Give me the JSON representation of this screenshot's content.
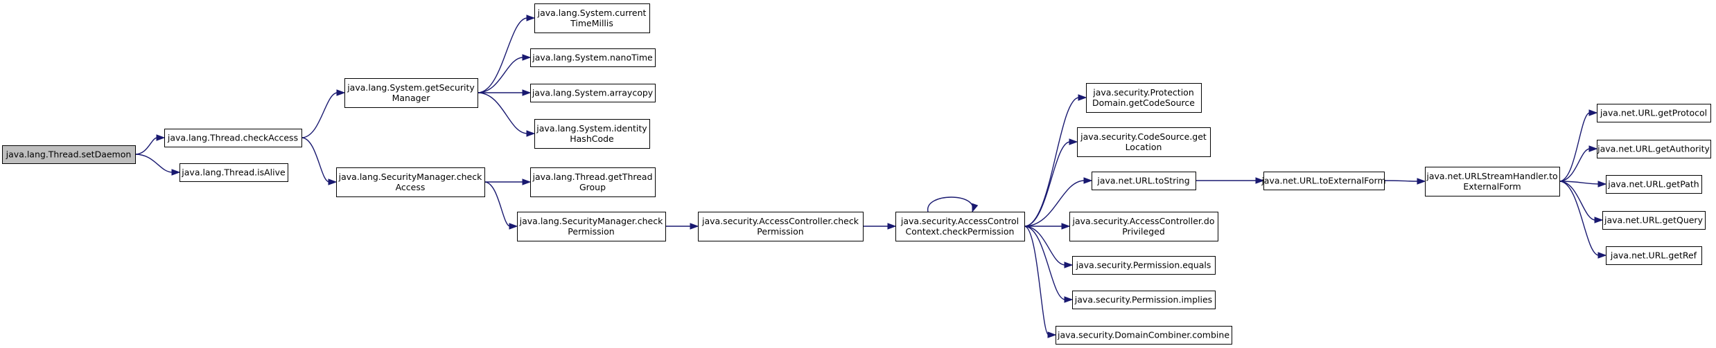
{
  "graph": {
    "nodes": [
      {
        "id": "setDaemon",
        "lines": [
          "java.lang.Thread.setDaemon"
        ],
        "root": true
      },
      {
        "id": "checkAccess",
        "lines": [
          "java.lang.Thread.checkAccess"
        ]
      },
      {
        "id": "isAlive",
        "lines": [
          "java.lang.Thread.isAlive"
        ]
      },
      {
        "id": "getSecurityManager",
        "lines": [
          "java.lang.System.getSecurity",
          "Manager"
        ]
      },
      {
        "id": "smCheckAccess",
        "lines": [
          "java.lang.SecurityManager.check",
          "Access"
        ]
      },
      {
        "id": "currentTimeMillis",
        "lines": [
          "java.lang.System.current",
          "TimeMillis"
        ]
      },
      {
        "id": "nanoTime",
        "lines": [
          "java.lang.System.nanoTime"
        ]
      },
      {
        "id": "arraycopy",
        "lines": [
          "java.lang.System.arraycopy"
        ]
      },
      {
        "id": "identityHashCode",
        "lines": [
          "java.lang.System.identity",
          "HashCode"
        ]
      },
      {
        "id": "getThreadGroup",
        "lines": [
          "java.lang.Thread.getThread",
          "Group"
        ]
      },
      {
        "id": "smCheckPermission",
        "lines": [
          "java.lang.SecurityManager.check",
          "Permission"
        ]
      },
      {
        "id": "acCheckPermission",
        "lines": [
          "java.security.AccessController.check",
          "Permission"
        ]
      },
      {
        "id": "accCheckPermission",
        "lines": [
          "java.security.AccessControl",
          "Context.checkPermission"
        ]
      },
      {
        "id": "getCodeSource",
        "lines": [
          "java.security.Protection",
          "Domain.getCodeSource"
        ]
      },
      {
        "id": "getLocation",
        "lines": [
          "java.security.CodeSource.get",
          "Location"
        ]
      },
      {
        "id": "urlToString",
        "lines": [
          "java.net.URL.toString"
        ]
      },
      {
        "id": "doPrivileged",
        "lines": [
          "java.security.AccessController.do",
          "Privileged"
        ]
      },
      {
        "id": "permEquals",
        "lines": [
          "java.security.Permission.equals"
        ]
      },
      {
        "id": "permImplies",
        "lines": [
          "java.security.Permission.implies"
        ]
      },
      {
        "id": "dcCombine",
        "lines": [
          "java.security.DomainCombiner.combine"
        ]
      },
      {
        "id": "toExternalForm",
        "lines": [
          "java.net.URL.toExternalForm"
        ]
      },
      {
        "id": "ushToExternalForm",
        "lines": [
          "java.net.URLStreamHandler.to",
          "ExternalForm"
        ]
      },
      {
        "id": "getProtocol",
        "lines": [
          "java.net.URL.getProtocol"
        ]
      },
      {
        "id": "getAuthority",
        "lines": [
          "java.net.URL.getAuthority"
        ]
      },
      {
        "id": "getPath",
        "lines": [
          "java.net.URL.getPath"
        ]
      },
      {
        "id": "getQuery",
        "lines": [
          "java.net.URL.getQuery"
        ]
      },
      {
        "id": "getRef",
        "lines": [
          "java.net.URL.getRef"
        ]
      }
    ],
    "edges": [
      {
        "from": "setDaemon",
        "to": "checkAccess"
      },
      {
        "from": "setDaemon",
        "to": "isAlive"
      },
      {
        "from": "checkAccess",
        "to": "getSecurityManager"
      },
      {
        "from": "checkAccess",
        "to": "smCheckAccess"
      },
      {
        "from": "getSecurityManager",
        "to": "currentTimeMillis"
      },
      {
        "from": "getSecurityManager",
        "to": "nanoTime"
      },
      {
        "from": "getSecurityManager",
        "to": "arraycopy"
      },
      {
        "from": "getSecurityManager",
        "to": "identityHashCode"
      },
      {
        "from": "smCheckAccess",
        "to": "getThreadGroup"
      },
      {
        "from": "smCheckAccess",
        "to": "smCheckPermission"
      },
      {
        "from": "smCheckPermission",
        "to": "acCheckPermission"
      },
      {
        "from": "acCheckPermission",
        "to": "accCheckPermission"
      },
      {
        "from": "accCheckPermission",
        "to": "accCheckPermission"
      },
      {
        "from": "accCheckPermission",
        "to": "getCodeSource"
      },
      {
        "from": "accCheckPermission",
        "to": "getLocation"
      },
      {
        "from": "accCheckPermission",
        "to": "urlToString"
      },
      {
        "from": "accCheckPermission",
        "to": "doPrivileged"
      },
      {
        "from": "accCheckPermission",
        "to": "permEquals"
      },
      {
        "from": "accCheckPermission",
        "to": "permImplies"
      },
      {
        "from": "accCheckPermission",
        "to": "dcCombine"
      },
      {
        "from": "urlToString",
        "to": "toExternalForm"
      },
      {
        "from": "toExternalForm",
        "to": "ushToExternalForm"
      },
      {
        "from": "ushToExternalForm",
        "to": "getProtocol"
      },
      {
        "from": "ushToExternalForm",
        "to": "getAuthority"
      },
      {
        "from": "ushToExternalForm",
        "to": "getPath"
      },
      {
        "from": "ushToExternalForm",
        "to": "getQuery"
      },
      {
        "from": "ushToExternalForm",
        "to": "getRef"
      }
    ]
  }
}
